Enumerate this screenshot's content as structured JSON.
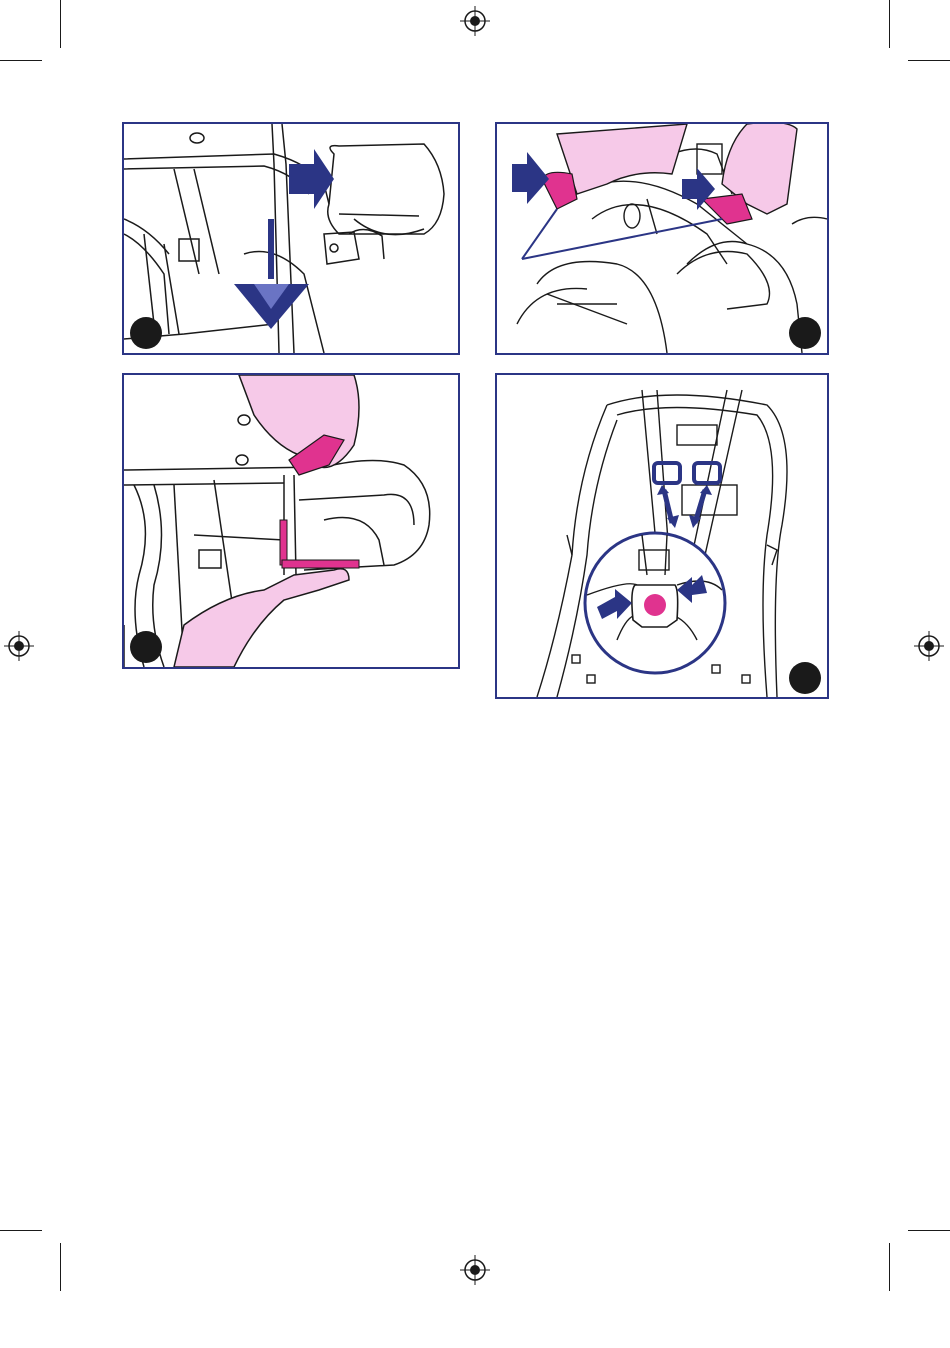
{
  "colors": {
    "frame": "#2b3585",
    "arrow_blue": "#2b3585",
    "skin_pink": "#f6c9e8",
    "part_magenta": "#e0338f",
    "step_marker": "#1a1a1a"
  },
  "panels": [
    {
      "id": "panel-1",
      "icon": "armrest-removal-illustration",
      "step_marker": "black-circle-icon"
    },
    {
      "id": "panel-2",
      "icon": "release-buttons-illustration",
      "step_marker": "black-circle-icon"
    },
    {
      "id": "panel-3",
      "icon": "hex-key-illustration",
      "step_marker": "black-circle-icon"
    },
    {
      "id": "panel-4",
      "icon": "harness-buckle-illustration",
      "step_marker": "black-circle-icon"
    }
  ]
}
